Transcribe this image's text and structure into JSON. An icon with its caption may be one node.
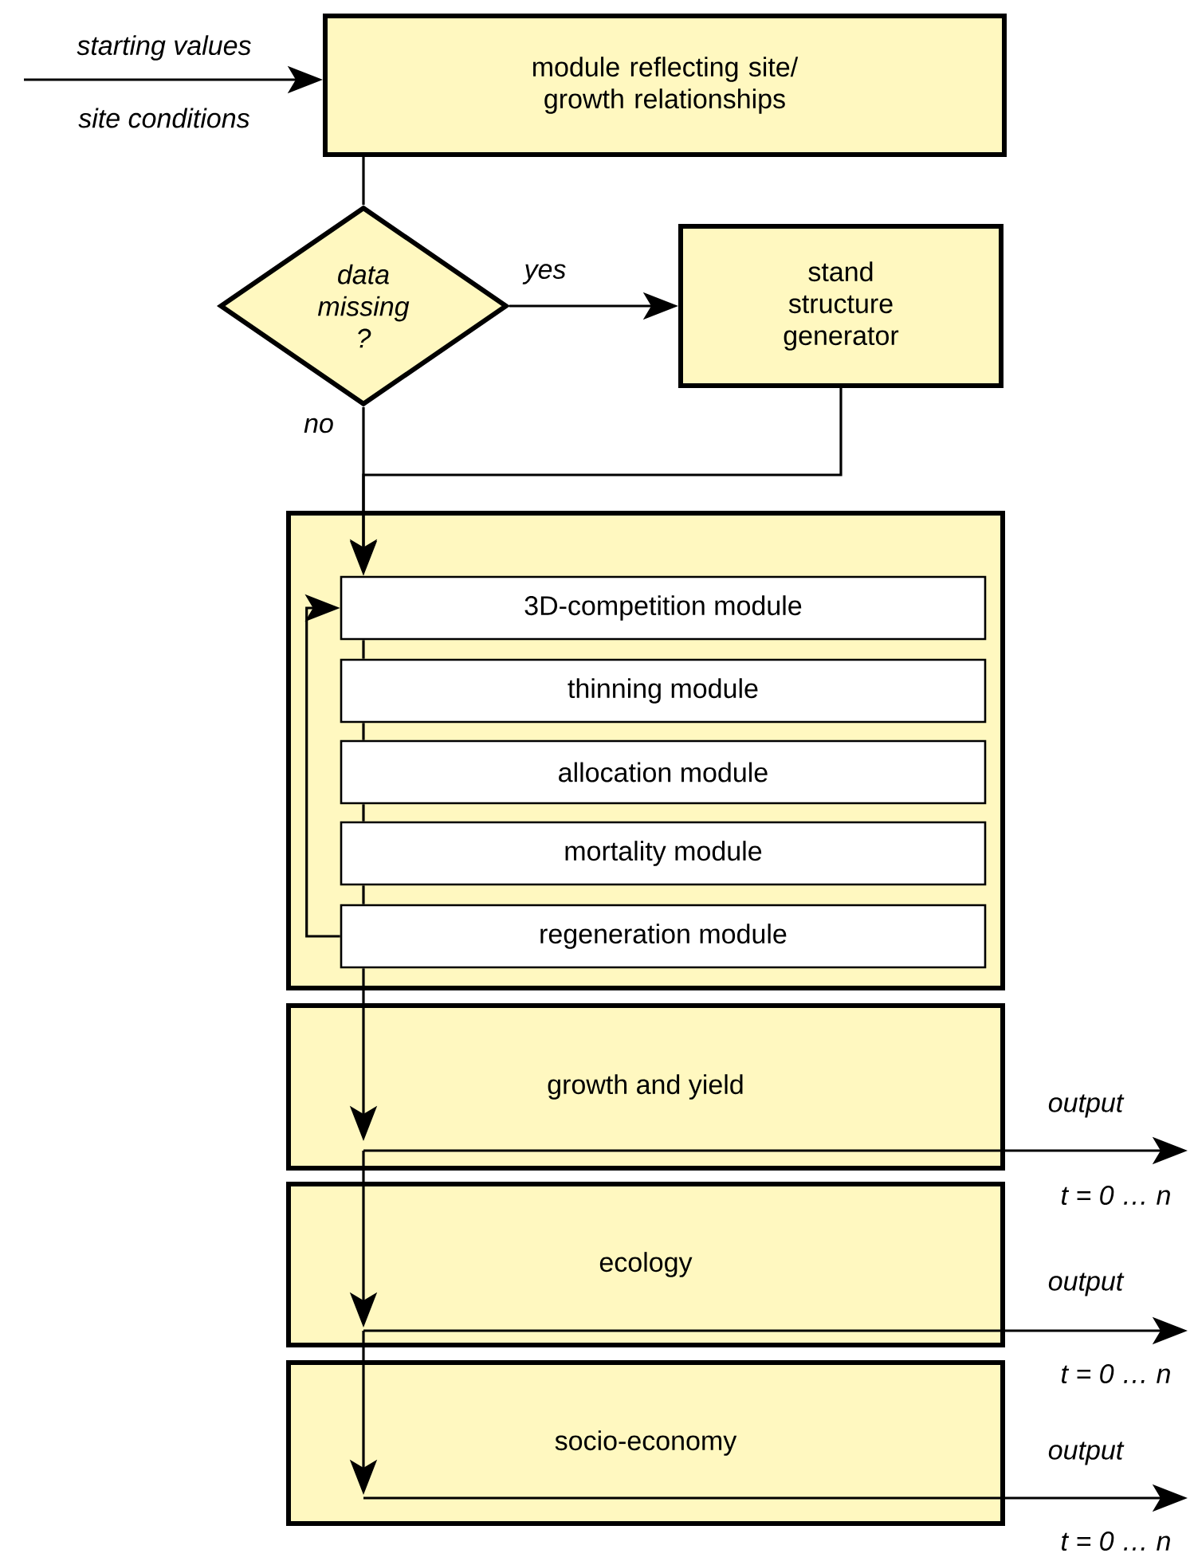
{
  "diagram": {
    "nodes": [
      {
        "text": [
          "module reflecting site/ growth relationships"
        ]
      },
      {
        "text": [
          "data missing ?"
        ]
      },
      {
        "text": [
          "stand structure generator"
        ]
      },
      {
        "text": [],
        "shape": "box"
      },
      {
        "text": [
          "3D-competition module"
        ],
        "in": 3
      },
      {
        "text": [
          "thinning module"
        ],
        "in": 3
      },
      {
        "text": [
          "allocation module"
        ],
        "in": 3
      },
      {
        "text": [
          "mortality module"
        ],
        "in": 3
      },
      {
        "text": [
          "regeneration module"
        ],
        "in": 3
      },
      {
        "text": [
          "growth and yield"
        ]
      },
      {
        "text": [
          "ecology"
        ]
      },
      {
        "text": [
          "socio-economy"
        ]
      }
    ],
    "edges": [
      {
        "from": null,
        "to": 0,
        "arrow": "to",
        "label": "starting values"
      },
      {
        "from": 0,
        "to": 1,
        "arrow": "none"
      },
      {
        "from": 1,
        "to": 2,
        "arrow": "to",
        "label": "yes"
      },
      {
        "from": 1,
        "to": 4,
        "arrow": "to",
        "label": "no"
      },
      {
        "from": 2,
        "to": 4,
        "arrow": "to"
      },
      {
        "from": 4,
        "to": 5,
        "arrow": "none"
      },
      {
        "from": 5,
        "to": 6,
        "arrow": "none"
      },
      {
        "from": 6,
        "to": 7,
        "arrow": "none"
      },
      {
        "from": 7,
        "to": 8,
        "arrow": "none"
      },
      {
        "from": 8,
        "to": 4,
        "arrow": "to"
      },
      {
        "from": 8,
        "to": 9,
        "arrow": "to"
      },
      {
        "from": 9,
        "to": 10,
        "arrow": "to"
      },
      {
        "from": 10,
        "to": 11,
        "arrow": "to"
      },
      {
        "from": 9,
        "to": null,
        "arrow": "to",
        "label": "output"
      },
      {
        "from": 10,
        "to": null,
        "arrow": "to",
        "label": "output"
      },
      {
        "from": 11,
        "to": null,
        "arrow": "to",
        "label": "output"
      }
    ],
    "labels": [
      "site conditions",
      "t = 0 … n",
      "t = 0 … n",
      "t = 0 … n"
    ]
  }
}
